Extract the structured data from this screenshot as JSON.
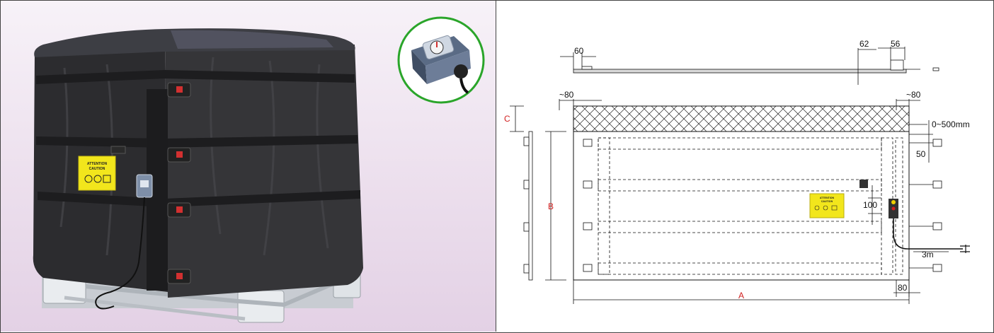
{
  "colors": {
    "panel_bg": "#ecdfed",
    "cover": "#2b2b2d",
    "warning_label": "#f2e61c",
    "inset_ring": "#2aa52a",
    "dim_red": "#d11f1f"
  },
  "product_photo": {
    "warning_label": {
      "line1": "ATTENTION",
      "line2": "CAUTION"
    }
  },
  "drawing": {
    "dimensions": {
      "top_left": "60",
      "top_mid": "62",
      "top_right": "56",
      "overlap_left": "~80",
      "overlap_right": "~80",
      "gap": "0~500mm",
      "edge": "50",
      "spacing": "100",
      "cable": "3m",
      "bottom_right": "80"
    },
    "variables": {
      "width": "A",
      "height": "B",
      "flap": "C"
    },
    "label": {
      "line1": "ATTENTION",
      "line2": "CAUTION"
    }
  }
}
